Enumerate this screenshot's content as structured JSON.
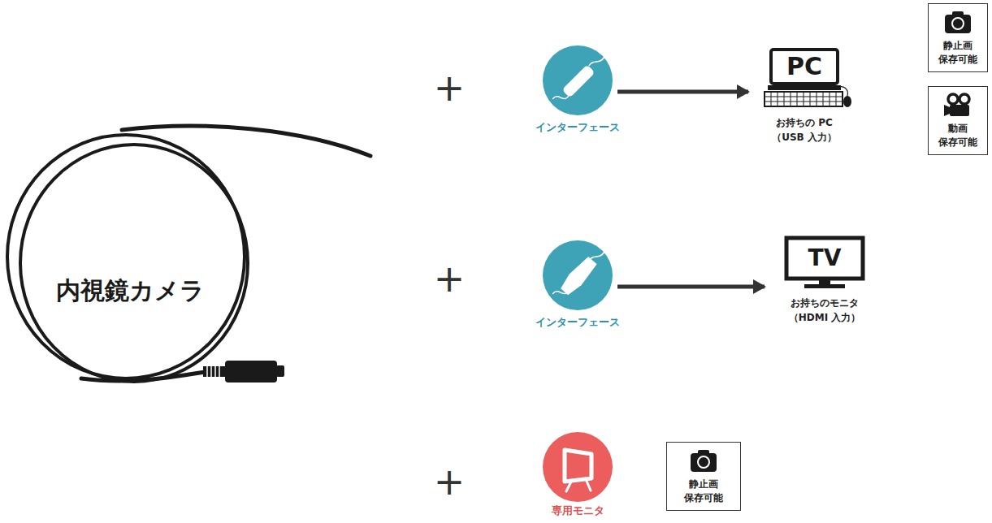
{
  "diagram": {
    "nodes": [
      {
        "text": [
          "内視鏡カメラ"
        ]
      },
      {
        "text": [
          "インターフェース"
        ]
      },
      {
        "text": [
          "PC",
          "お持ちの PC （USB 入力）"
        ]
      },
      {
        "text": [
          "静止画 保存可能"
        ]
      },
      {
        "text": [
          "動画 保存可能"
        ]
      },
      {
        "text": [
          "インターフェース"
        ]
      },
      {
        "text": [
          "TV",
          "お持ちのモニタ （HDMI 入力）"
        ]
      },
      {
        "text": [
          "専用モニタ"
        ]
      },
      {
        "text": [
          "静止画 保存可能"
        ]
      }
    ],
    "edges": [
      {
        "from": 1,
        "to": 2,
        "arrow": "to"
      },
      {
        "from": 5,
        "to": 6,
        "arrow": "to"
      }
    ],
    "labels": [
      "+",
      "+",
      "+"
    ]
  }
}
